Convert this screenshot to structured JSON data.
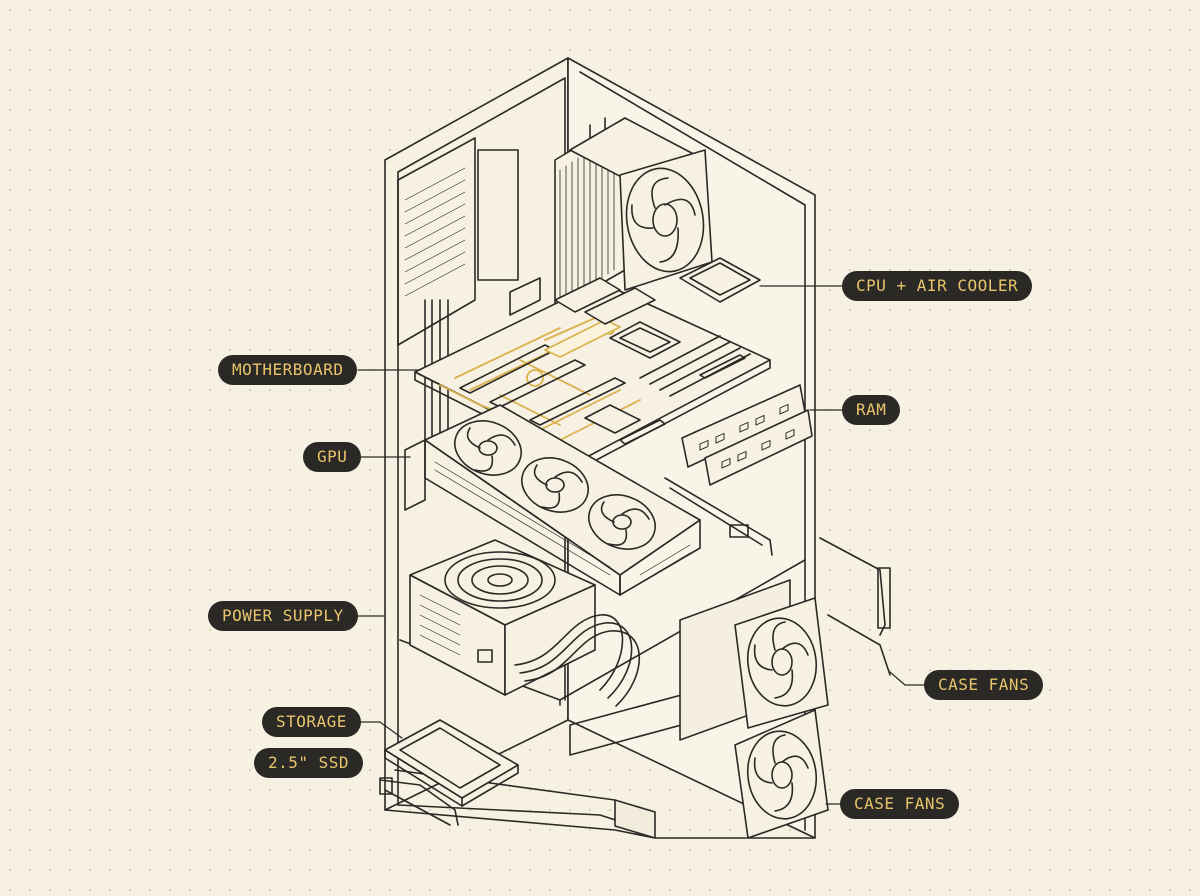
{
  "labels": {
    "cpu_cooler": "CPU + AIR COOLER",
    "motherboard": "MOTHERBOARD",
    "ram": "RAM",
    "gpu": "GPU",
    "power_supply": "POWER SUPPLY",
    "case_fans_1": "CASE FANS",
    "storage": "STORAGE",
    "ssd": "2.5\" SSD",
    "case_fans_2": "CASE FANS"
  },
  "colors": {
    "background": "#f7f1e3",
    "line": "#2b2925",
    "highlight": "#d9b24a",
    "label_bg": "#2b2925",
    "label_text": "#e8c56b"
  },
  "icons": [
    "cpu-cooler-illustration",
    "motherboard-illustration",
    "ram-stick-illustration",
    "gpu-illustration",
    "psu-illustration",
    "case-fan-illustration",
    "ssd-illustration"
  ]
}
